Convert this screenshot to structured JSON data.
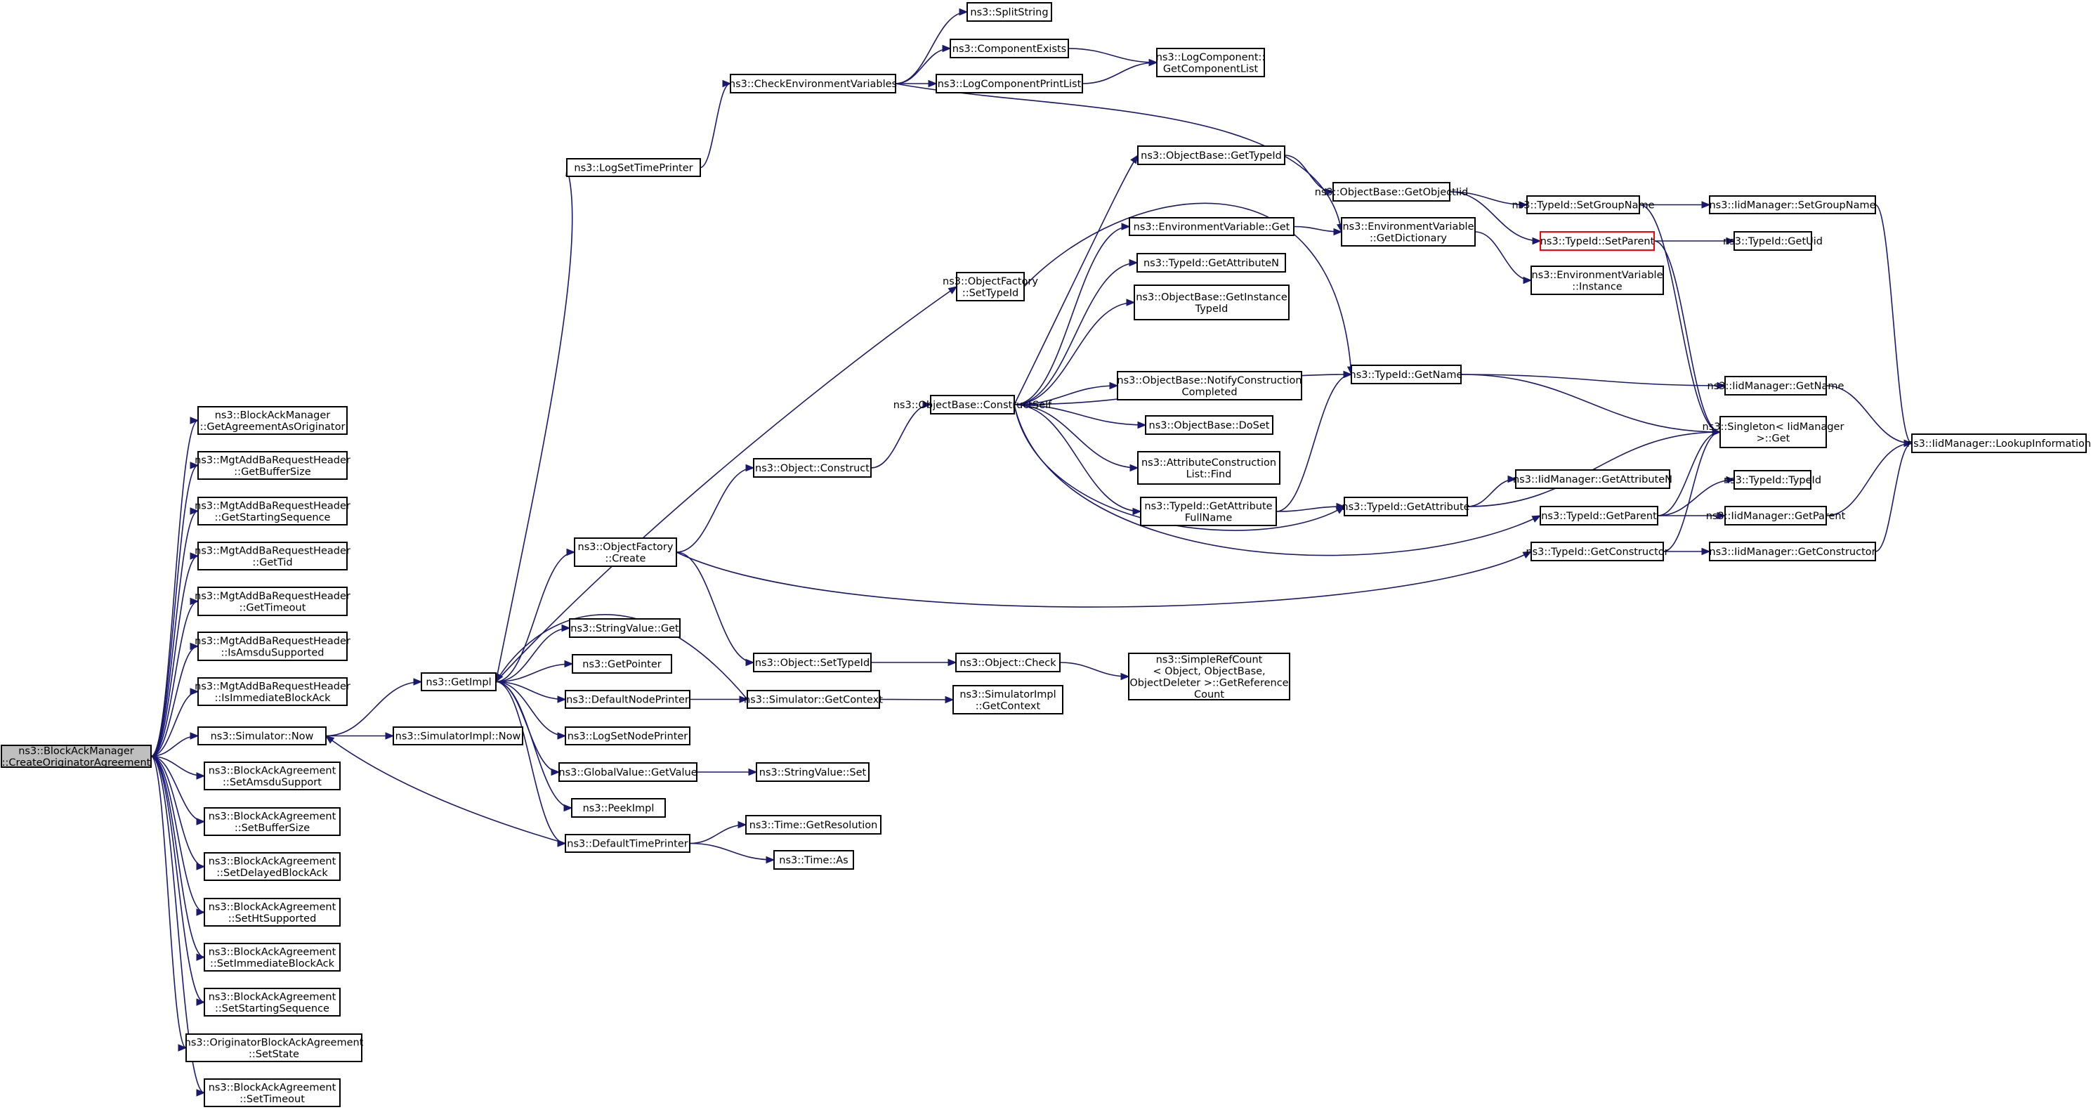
{
  "graph": {
    "edge_color": "#191970",
    "nodes": [
      {
        "id": "root",
        "lines": [
          "ns3::BlockAckManager",
          "::CreateOriginatorAgreement"
        ],
        "style": "root"
      },
      {
        "id": "getagree",
        "lines": [
          "ns3::BlockAckManager",
          "::GetAgreementAsOriginator"
        ]
      },
      {
        "id": "getbuf",
        "lines": [
          "ns3::MgtAddBaRequestHeader",
          "::GetBufferSize"
        ]
      },
      {
        "id": "getstart",
        "lines": [
          "ns3::MgtAddBaRequestHeader",
          "::GetStartingSequence"
        ]
      },
      {
        "id": "gettid",
        "lines": [
          "ns3::MgtAddBaRequestHeader",
          "::GetTid"
        ]
      },
      {
        "id": "gettimeout",
        "lines": [
          "ns3::MgtAddBaRequestHeader",
          "::GetTimeout"
        ]
      },
      {
        "id": "isamsdu",
        "lines": [
          "ns3::MgtAddBaRequestHeader",
          "::IsAmsduSupported"
        ]
      },
      {
        "id": "isimm",
        "lines": [
          "ns3::MgtAddBaRequestHeader",
          "::IsImmediateBlockAck"
        ]
      },
      {
        "id": "simnow",
        "lines": [
          "ns3::Simulator::Now"
        ]
      },
      {
        "id": "setamsdu",
        "lines": [
          "ns3::BlockAckAgreement",
          "::SetAmsduSupport"
        ]
      },
      {
        "id": "setbuf",
        "lines": [
          "ns3::BlockAckAgreement",
          "::SetBufferSize"
        ]
      },
      {
        "id": "setdelayed",
        "lines": [
          "ns3::BlockAckAgreement",
          "::SetDelayedBlockAck"
        ]
      },
      {
        "id": "setht",
        "lines": [
          "ns3::BlockAckAgreement",
          "::SetHtSupported"
        ]
      },
      {
        "id": "setimm",
        "lines": [
          "ns3::BlockAckAgreement",
          "::SetImmediateBlockAck"
        ]
      },
      {
        "id": "setstartseq",
        "lines": [
          "ns3::BlockAckAgreement",
          "::SetStartingSequence"
        ]
      },
      {
        "id": "setstate",
        "lines": [
          "ns3::OriginatorBlockAckAgreement",
          "::SetState"
        ]
      },
      {
        "id": "settimeout",
        "lines": [
          "ns3::BlockAckAgreement",
          "::SetTimeout"
        ]
      },
      {
        "id": "getimpl",
        "lines": [
          "ns3::GetImpl"
        ]
      },
      {
        "id": "simimplnow",
        "lines": [
          "ns3::SimulatorImpl::Now"
        ]
      },
      {
        "id": "logsettime",
        "lines": [
          "ns3::LogSetTimePrinter"
        ]
      },
      {
        "id": "checkenv",
        "lines": [
          "ns3::CheckEnvironmentVariables"
        ]
      },
      {
        "id": "splitstring",
        "lines": [
          "ns3::SplitString"
        ]
      },
      {
        "id": "compexists",
        "lines": [
          "ns3::ComponentExists"
        ]
      },
      {
        "id": "logcompprint",
        "lines": [
          "ns3::LogComponentPrintList"
        ]
      },
      {
        "id": "logcompget",
        "lines": [
          "ns3::LogComponent::",
          "GetComponentList"
        ]
      },
      {
        "id": "envgetdict",
        "lines": [
          "ns3::EnvironmentVariable",
          "::GetDictionary"
        ]
      },
      {
        "id": "objfacset",
        "lines": [
          "ns3::ObjectFactory",
          "::SetTypeId"
        ]
      },
      {
        "id": "objfaccreate",
        "lines": [
          "ns3::ObjectFactory",
          "::Create"
        ]
      },
      {
        "id": "strvalget",
        "lines": [
          "ns3::StringValue::Get"
        ]
      },
      {
        "id": "getpointer",
        "lines": [
          "ns3::GetPointer"
        ]
      },
      {
        "id": "defnodeprint",
        "lines": [
          "ns3::DefaultNodePrinter"
        ]
      },
      {
        "id": "logsetnode",
        "lines": [
          "ns3::LogSetNodePrinter"
        ]
      },
      {
        "id": "globalget",
        "lines": [
          "ns3::GlobalValue::GetValue"
        ]
      },
      {
        "id": "peekimpl",
        "lines": [
          "ns3::PeekImpl"
        ]
      },
      {
        "id": "deftimeprint",
        "lines": [
          "ns3::DefaultTimePrinter"
        ]
      },
      {
        "id": "objconstruct",
        "lines": [
          "ns3::Object::Construct"
        ]
      },
      {
        "id": "objsettypeid",
        "lines": [
          "ns3::Object::SetTypeId"
        ]
      },
      {
        "id": "simgetctx",
        "lines": [
          "ns3::Simulator::GetContext"
        ]
      },
      {
        "id": "strvalset",
        "lines": [
          "ns3::StringValue::Set"
        ]
      },
      {
        "id": "timegetres",
        "lines": [
          "ns3::Time::GetResolution"
        ]
      },
      {
        "id": "timeas",
        "lines": [
          "ns3::Time::As"
        ]
      },
      {
        "id": "constructself",
        "lines": [
          "ns3::ObjectBase::ConstructSelf"
        ]
      },
      {
        "id": "objcheck",
        "lines": [
          "ns3::Object::Check"
        ]
      },
      {
        "id": "simimplctx",
        "lines": [
          "ns3::SimulatorImpl",
          "::GetContext"
        ]
      },
      {
        "id": "obgettypeid",
        "lines": [
          "ns3::ObjectBase::GetTypeId"
        ]
      },
      {
        "id": "envget",
        "lines": [
          "ns3::EnvironmentVariable::Get"
        ]
      },
      {
        "id": "tidgetattrn",
        "lines": [
          "ns3::TypeId::GetAttributeN"
        ]
      },
      {
        "id": "obgetinst",
        "lines": [
          "ns3::ObjectBase::GetInstance",
          "TypeId"
        ]
      },
      {
        "id": "obnotify",
        "lines": [
          "ns3::ObjectBase::NotifyConstruction",
          "Completed"
        ]
      },
      {
        "id": "obdoset",
        "lines": [
          "ns3::ObjectBase::DoSet"
        ]
      },
      {
        "id": "attrfind",
        "lines": [
          "ns3::AttributeConstruction",
          "List::Find"
        ]
      },
      {
        "id": "tidgetattrfull",
        "lines": [
          "ns3::TypeId::GetAttribute",
          "FullName"
        ]
      },
      {
        "id": "simplerefcount",
        "lines": [
          "ns3::SimpleRefCount",
          "< Object, ObjectBase,",
          "ObjectDeleter >::GetReference",
          "Count"
        ]
      },
      {
        "id": "obgetobjtid",
        "lines": [
          "ns3::ObjectBase::GetObjectIid"
        ]
      },
      {
        "id": "tidgetname",
        "lines": [
          "ns3::TypeId::GetName"
        ]
      },
      {
        "id": "tidgetattr",
        "lines": [
          "ns3::TypeId::GetAttribute"
        ]
      },
      {
        "id": "tidsetgroup",
        "lines": [
          "ns3::TypeId::SetGroupName"
        ]
      },
      {
        "id": "tidsetparent",
        "lines": [
          "ns3::TypeId::SetParent"
        ],
        "style": "red"
      },
      {
        "id": "envinstance",
        "lines": [
          "ns3::EnvironmentVariable",
          "::Instance"
        ]
      },
      {
        "id": "singleton",
        "lines": [
          "ns3::Singleton< IidManager",
          ">::Get"
        ]
      },
      {
        "id": "iidgetattrn",
        "lines": [
          "ns3::IidManager::GetAttributeN"
        ]
      },
      {
        "id": "tidgetparent",
        "lines": [
          "ns3::TypeId::GetParent"
        ]
      },
      {
        "id": "tidgetctor",
        "lines": [
          "ns3::TypeId::GetConstructor"
        ]
      },
      {
        "id": "iidsetgroup",
        "lines": [
          "ns3::IidManager::SetGroupName"
        ]
      },
      {
        "id": "tidgetuid",
        "lines": [
          "ns3::TypeId::GetUid"
        ]
      },
      {
        "id": "iidgetname",
        "lines": [
          "ns3::IidManager::GetName"
        ]
      },
      {
        "id": "tidtypeid",
        "lines": [
          "ns3::TypeId::TypeId"
        ]
      },
      {
        "id": "iidgetparent",
        "lines": [
          "ns3::IidManager::GetParent"
        ]
      },
      {
        "id": "iidgetctor",
        "lines": [
          "ns3::IidManager::GetConstructor"
        ]
      },
      {
        "id": "iidlookup",
        "lines": [
          "ns3::IidManager::LookupInformation"
        ]
      }
    ],
    "edges": [
      [
        "root",
        "getagree"
      ],
      [
        "root",
        "getbuf"
      ],
      [
        "root",
        "getstart"
      ],
      [
        "root",
        "gettid"
      ],
      [
        "root",
        "gettimeout"
      ],
      [
        "root",
        "isamsdu"
      ],
      [
        "root",
        "isimm"
      ],
      [
        "root",
        "simnow"
      ],
      [
        "root",
        "setamsdu"
      ],
      [
        "root",
        "setbuf"
      ],
      [
        "root",
        "setdelayed"
      ],
      [
        "root",
        "setht"
      ],
      [
        "root",
        "setimm"
      ],
      [
        "root",
        "setstartseq"
      ],
      [
        "root",
        "setstate"
      ],
      [
        "root",
        "settimeout"
      ],
      [
        "simnow",
        "getimpl"
      ],
      [
        "simnow",
        "simimplnow"
      ],
      [
        "getimpl",
        "logsettime"
      ],
      [
        "getimpl",
        "objfacset"
      ],
      [
        "getimpl",
        "objfaccreate"
      ],
      [
        "getimpl",
        "strvalget"
      ],
      [
        "getimpl",
        "getpointer"
      ],
      [
        "getimpl",
        "defnodeprint"
      ],
      [
        "getimpl",
        "logsetnode"
      ],
      [
        "getimpl",
        "globalget"
      ],
      [
        "getimpl",
        "peekimpl"
      ],
      [
        "getimpl",
        "deftimeprint"
      ],
      [
        "logsettime",
        "checkenv"
      ],
      [
        "checkenv",
        "splitstring"
      ],
      [
        "checkenv",
        "compexists"
      ],
      [
        "checkenv",
        "logcompprint"
      ],
      [
        "checkenv",
        "envgetdict"
      ],
      [
        "compexists",
        "logcompget"
      ],
      [
        "logcompprint",
        "logcompget"
      ],
      [
        "objfacset",
        "tidgetname"
      ],
      [
        "objfaccreate",
        "objconstruct"
      ],
      [
        "objfaccreate",
        "objsettypeid"
      ],
      [
        "objfaccreate",
        "tidgetctor"
      ],
      [
        "defnodeprint",
        "simgetctx"
      ],
      [
        "simgetctx",
        "simimplctx"
      ],
      [
        "simgetctx",
        "getimpl"
      ],
      [
        "globalget",
        "strvalset"
      ],
      [
        "deftimeprint",
        "timegetres"
      ],
      [
        "deftimeprint",
        "timeas"
      ],
      [
        "deftimeprint",
        "simnow"
      ],
      [
        "objconstruct",
        "constructself"
      ],
      [
        "objsettypeid",
        "objcheck"
      ],
      [
        "objcheck",
        "simplerefcount"
      ],
      [
        "constructself",
        "obgettypeid"
      ],
      [
        "constructself",
        "envget"
      ],
      [
        "constructself",
        "tidgetattrn"
      ],
      [
        "constructself",
        "obgetinst"
      ],
      [
        "constructself",
        "tidgetname"
      ],
      [
        "constructself",
        "obnotify"
      ],
      [
        "constructself",
        "obdoset"
      ],
      [
        "constructself",
        "attrfind"
      ],
      [
        "constructself",
        "tidgetattrfull"
      ],
      [
        "constructself",
        "tidgetattr"
      ],
      [
        "constructself",
        "tidgetparent"
      ],
      [
        "obgettypeid",
        "obgetobjtid"
      ],
      [
        "envget",
        "envgetdict"
      ],
      [
        "envgetdict",
        "envinstance"
      ],
      [
        "obgetobjtid",
        "tidsetgroup"
      ],
      [
        "obgetobjtid",
        "tidsetparent"
      ],
      [
        "tidsetgroup",
        "iidsetgroup"
      ],
      [
        "tidsetgroup",
        "singleton"
      ],
      [
        "tidsetparent",
        "tidgetuid"
      ],
      [
        "tidsetparent",
        "singleton"
      ],
      [
        "tidgetname",
        "iidgetname"
      ],
      [
        "tidgetname",
        "singleton"
      ],
      [
        "tidgetattrfull",
        "tidgetname"
      ],
      [
        "tidgetattrfull",
        "tidgetattr"
      ],
      [
        "tidgetattr",
        "iidgetattrn"
      ],
      [
        "tidgetattr",
        "singleton"
      ],
      [
        "tidgetparent",
        "tidtypeid"
      ],
      [
        "tidgetparent",
        "iidgetparent"
      ],
      [
        "tidgetparent",
        "singleton"
      ],
      [
        "tidgetctor",
        "iidgetctor"
      ],
      [
        "tidgetctor",
        "singleton"
      ],
      [
        "iidsetgroup",
        "iidlookup"
      ],
      [
        "iidgetname",
        "iidlookup"
      ],
      [
        "iidgetparent",
        "iidlookup"
      ],
      [
        "iidgetctor",
        "iidlookup"
      ]
    ]
  }
}
